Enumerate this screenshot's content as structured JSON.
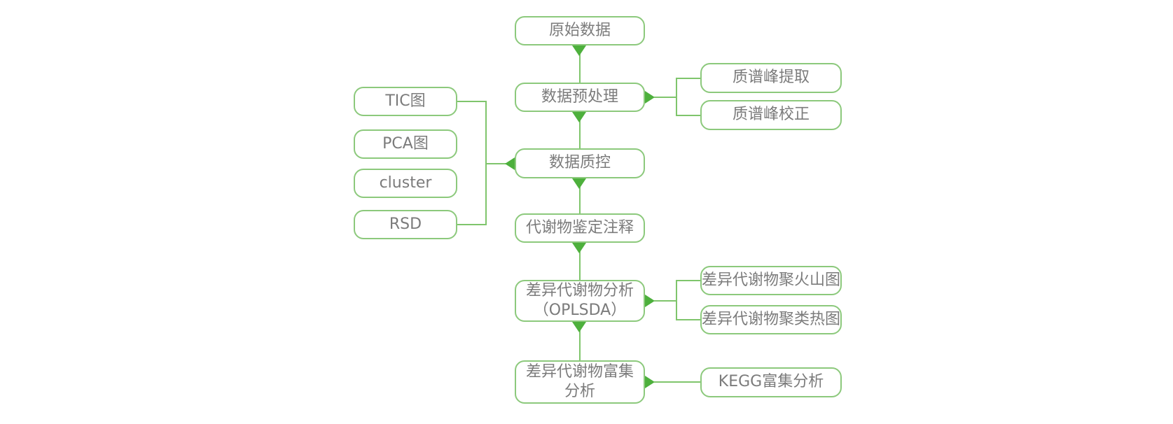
{
  "diagram": {
    "type": "flowchart",
    "colors": {
      "box_border": "#8CC97C",
      "connector": "#7FC56C",
      "arrow": "#4DB03C",
      "text": "#7B7B7B",
      "background": "#FFFFFF"
    },
    "nodes": {
      "raw_data": {
        "label": "原始数据"
      },
      "preprocessing": {
        "label": "数据预处理"
      },
      "quality_control": {
        "label": "数据质控"
      },
      "annotation": {
        "label": "代谢物鉴定注释"
      },
      "diff_analysis": {
        "label": "差异代谢物分析\n（OPLSDA）"
      },
      "enrichment": {
        "label": "差异代谢物富集\n分析"
      },
      "tic": {
        "label": "TIC图"
      },
      "pca": {
        "label": "PCA图"
      },
      "cluster": {
        "label": "cluster"
      },
      "rsd": {
        "label": "RSD"
      },
      "peak_extraction": {
        "label": "质谱峰提取"
      },
      "peak_correction": {
        "label": "质谱峰校正"
      },
      "volcano_plot": {
        "label": "差异代谢物聚火山图"
      },
      "cluster_heatmap": {
        "label": "差异代谢物聚类热图"
      },
      "kegg": {
        "label": "KEGG富集分析"
      }
    },
    "edges": [
      {
        "from": "raw_data",
        "to": "preprocessing",
        "direction": "down"
      },
      {
        "from": "preprocessing",
        "to": "peak_extraction",
        "direction": "right"
      },
      {
        "from": "preprocessing",
        "to": "peak_correction",
        "direction": "right"
      },
      {
        "from": "preprocessing",
        "to": "quality_control",
        "direction": "down"
      },
      {
        "from": "quality_control",
        "to": "tic",
        "direction": "left"
      },
      {
        "from": "quality_control",
        "to": "rsd",
        "direction": "left"
      },
      {
        "from": "quality_control",
        "to": "annotation",
        "direction": "down"
      },
      {
        "from": "annotation",
        "to": "diff_analysis",
        "direction": "down"
      },
      {
        "from": "diff_analysis",
        "to": "volcano_plot",
        "direction": "right"
      },
      {
        "from": "diff_analysis",
        "to": "cluster_heatmap",
        "direction": "right"
      },
      {
        "from": "diff_analysis",
        "to": "enrichment",
        "direction": "down"
      },
      {
        "from": "enrichment",
        "to": "kegg",
        "direction": "right"
      }
    ]
  }
}
